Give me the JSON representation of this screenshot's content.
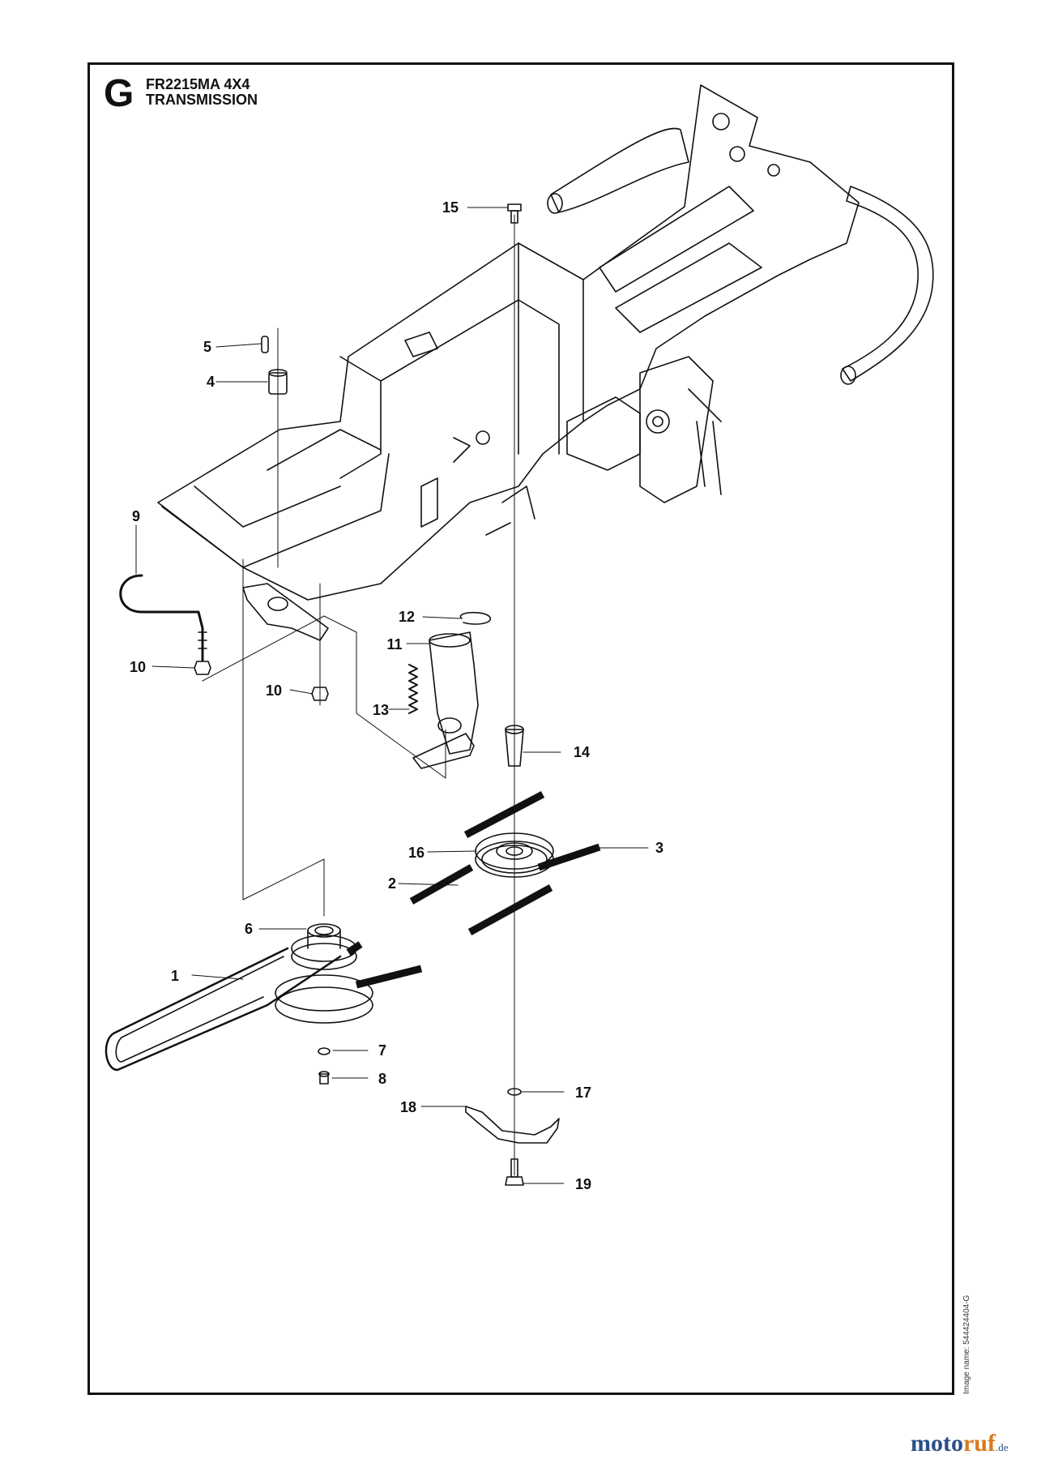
{
  "header": {
    "section_letter": "G",
    "model": "FR2215MA 4X4",
    "section": "TRANSMISSION"
  },
  "callouts": [
    "1",
    "2",
    "3",
    "4",
    "5",
    "6",
    "7",
    "8",
    "9",
    "10",
    "10",
    "11",
    "12",
    "13",
    "14",
    "15",
    "16",
    "17",
    "18",
    "19"
  ],
  "footer": {
    "image_name": "Image name: 544424404-G",
    "brand_part1": "moto",
    "brand_part2": "ruf",
    "brand_part3": ".de"
  },
  "colors": {
    "line": "#111111",
    "brand_blue": "#2a4f86",
    "brand_orange": "#d97a1e"
  }
}
